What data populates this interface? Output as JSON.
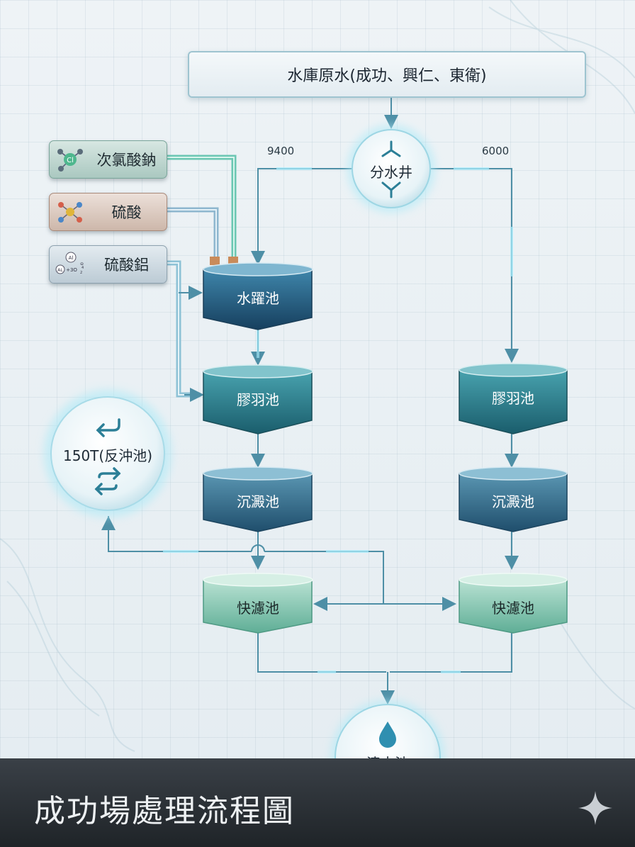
{
  "source": "水庫原水(成功、興仁、東衛)",
  "chemicals": [
    {
      "label": "次氯酸鈉",
      "icon": "chlorine-molecule-icon",
      "color": "#b9d3cc"
    },
    {
      "label": "硫酸",
      "icon": "sulfuric-molecule-icon",
      "color": "#d9c8be"
    },
    {
      "label": "硫酸鋁",
      "icon": "aluminum-sulfate-icon",
      "color": "#c9d6de"
    }
  ],
  "chem_icon_text": {
    "cl": "Cl",
    "al": "Al",
    "al2": "AL",
    "so": "+3O",
    "sub": "2",
    "exp": "4",
    "minus": "⊖"
  },
  "split": {
    "label": "分水井",
    "left_flow": "9400",
    "right_flow": "6000"
  },
  "left_line": {
    "rapid_mix": "水躍池",
    "floc": "膠羽池",
    "sed": "沉澱池",
    "filter": "快濾池"
  },
  "right_line": {
    "floc": "膠羽池",
    "sed": "沉澱池",
    "filter": "快濾池"
  },
  "backwash": "150T(反沖池)",
  "clear_well": "清水池",
  "title": "成功場處理流程圖",
  "colors": {
    "pipe": "#4e8fa6",
    "dark_tank": "#1f5c7f",
    "teal_tank": "#2b7a86",
    "filter_tank": "#6fb9a2",
    "title_bar": "#2c3238"
  }
}
